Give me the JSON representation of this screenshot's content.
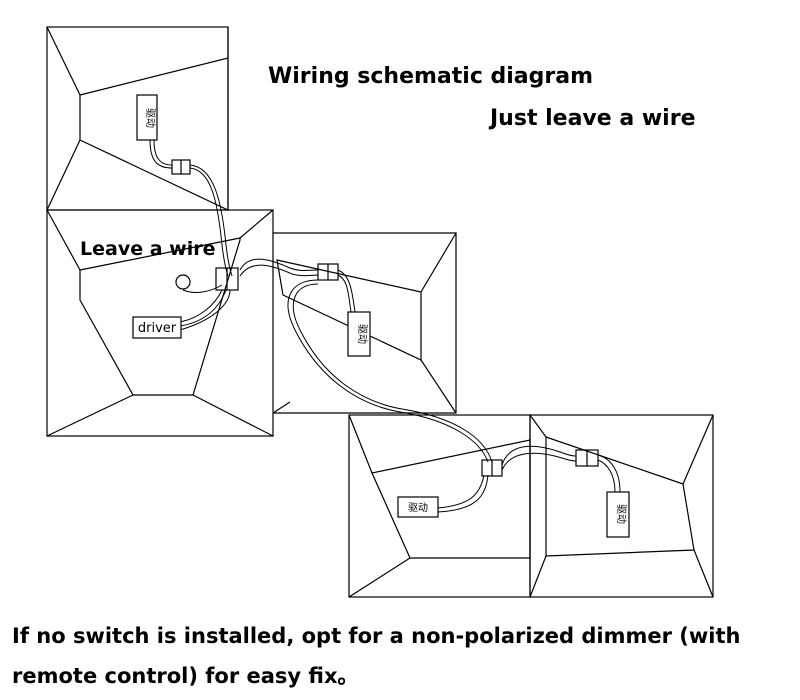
{
  "title": "Wiring schematic diagram",
  "subtitle": "Just leave a wire",
  "leave_wire_label": "Leave a wire",
  "driver_label": "driver",
  "driver_cn_vertical": "驱动",
  "driver_cn_horizontal": "驱动",
  "note_line1": "If no switch is installed, opt for a non-polarized dimmer (with",
  "note_line2": "remote control) for easy fix。",
  "colors": {
    "line": "#000000",
    "background": "#ffffff"
  }
}
